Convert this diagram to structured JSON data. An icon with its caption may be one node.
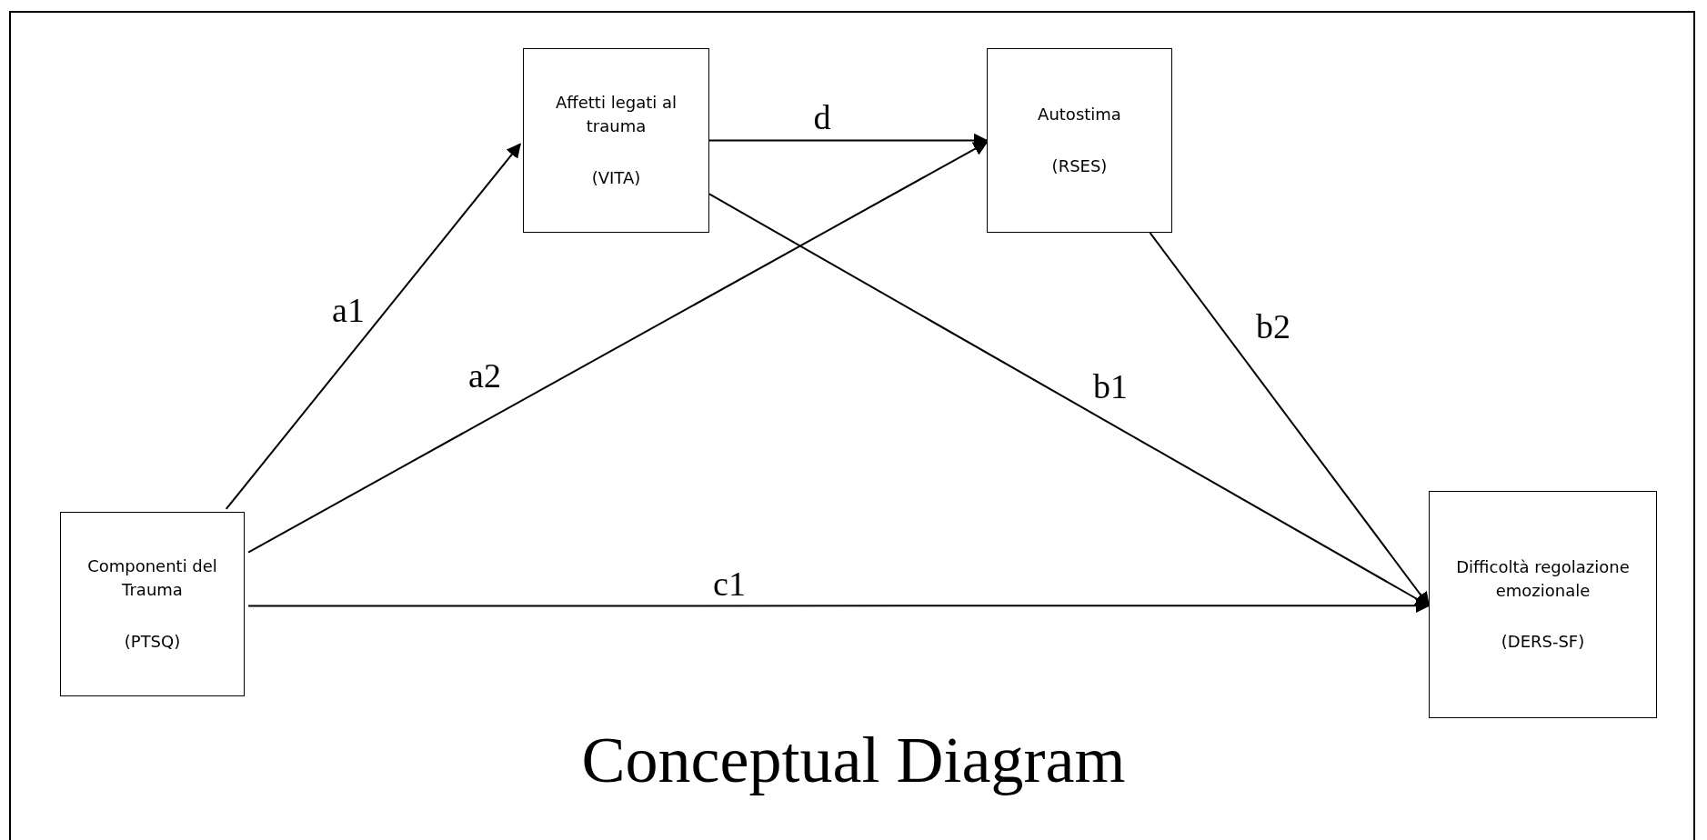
{
  "diagram": {
    "title": "Conceptual Diagram",
    "nodes": [
      {
        "text": [
          "Componenti del Trauma",
          "(PTSQ)"
        ]
      },
      {
        "text": [
          "Affetti legati al trauma",
          "(VITA)"
        ]
      },
      {
        "text": [
          "Autostima",
          "(RSES)"
        ]
      },
      {
        "text": [
          "Difficoltà regolazione emozionale",
          "(DERS-SF)"
        ]
      }
    ],
    "edges": [
      {
        "from": 0,
        "to": 1,
        "arrow": "to",
        "label": "a1"
      },
      {
        "from": 0,
        "to": 2,
        "arrow": "to",
        "label": "a2"
      },
      {
        "from": 1,
        "to": 2,
        "arrow": "to",
        "label": "d"
      },
      {
        "from": 1,
        "to": 3,
        "arrow": "to",
        "label": "b1"
      },
      {
        "from": 2,
        "to": 3,
        "arrow": "to",
        "label": "b2"
      },
      {
        "from": 0,
        "to": 3,
        "arrow": "to",
        "label": "c1"
      }
    ]
  }
}
